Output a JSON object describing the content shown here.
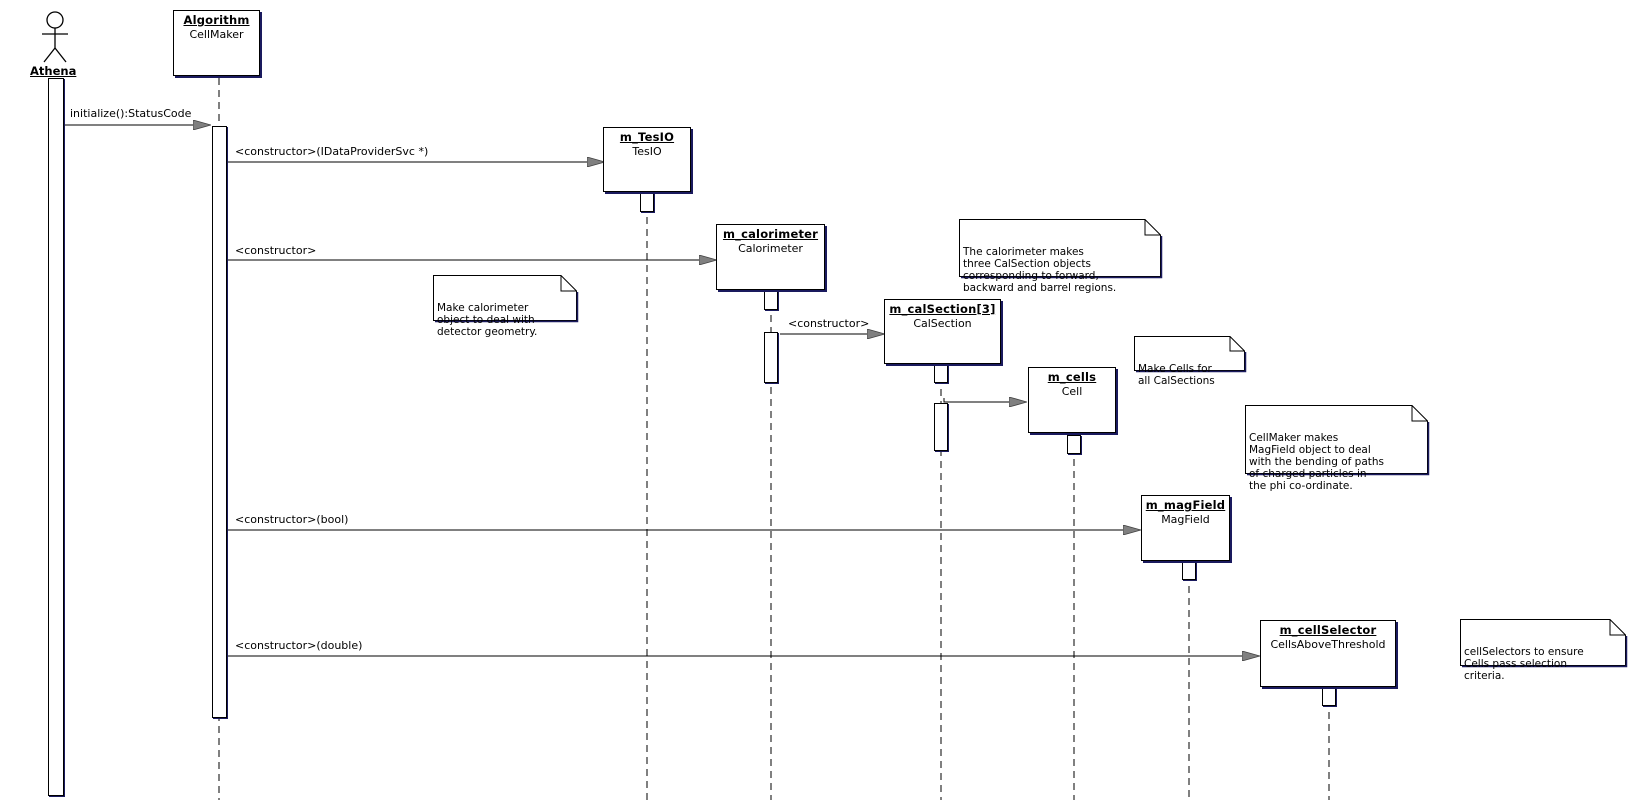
{
  "actor": {
    "label": "Athena"
  },
  "objects": [
    {
      "name": "Algorithm",
      "type": "CellMaker"
    },
    {
      "name": "m_TesIO",
      "type": "TesIO"
    },
    {
      "name": "m_calorimeter",
      "type": "Calorimeter"
    },
    {
      "name": "m_calSection[3]",
      "type": "CalSection"
    },
    {
      "name": "m_cells",
      "type": "Cell"
    },
    {
      "name": "m_magField",
      "type": "MagField"
    },
    {
      "name": "m_cellSelector",
      "type": "CellsAboveThreshold"
    }
  ],
  "messages": [
    {
      "label": "initialize():StatusCode"
    },
    {
      "label": "<constructor>(IDataProviderSvc *)"
    },
    {
      "label": "<constructor>"
    },
    {
      "label": "<constructor>"
    },
    {
      "label": ""
    },
    {
      "label": "<constructor>(bool)"
    },
    {
      "label": "<constructor>(double)"
    }
  ],
  "notes": [
    {
      "text": "The calorimeter makes\nthree CalSection objects\ncorresponding to forward,\nbackward and barrel regions."
    },
    {
      "text": "Make calorimeter\nobject to deal with\ndetector geometry."
    },
    {
      "text": "Make Cells for\nall CalSections"
    },
    {
      "text": "CellMaker makes\nMagField object to deal\nwith the bending of paths\nof charged particles in\nthe phi co-ordinate."
    },
    {
      "text": "cellSelectors to ensure\nCells pass selection\ncriteria."
    }
  ],
  "colors": {
    "shadow": "#1a1a5e",
    "line": "#000000",
    "arrow_fill": "#808080"
  }
}
